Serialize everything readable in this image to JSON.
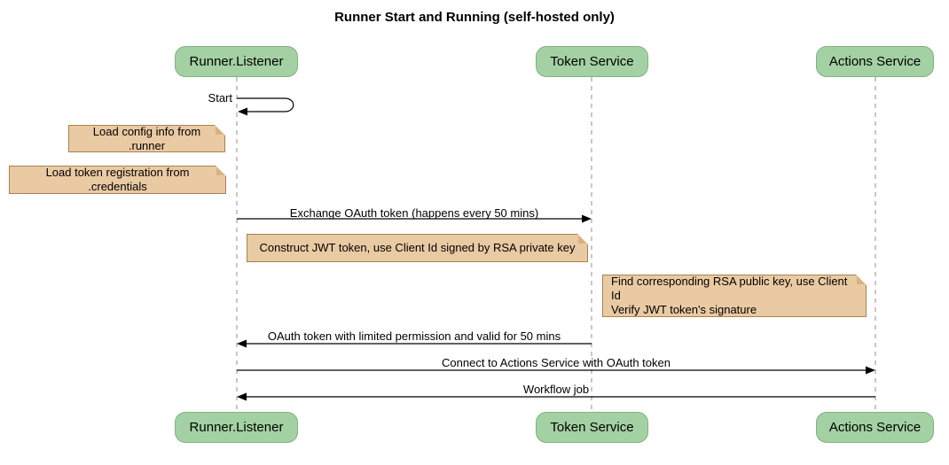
{
  "title": "Runner Start and Running (self-hosted only)",
  "colors": {
    "participant_fill": "#A3D1A3",
    "participant_border": "#7FB27F",
    "note_fill": "#EACAA3",
    "note_border": "#A8824D",
    "note_fold": "#D9B183",
    "lifeline": "#ABABAB",
    "arrow": "#000000",
    "text": "#000000"
  },
  "participants": [
    {
      "id": "runner-listener",
      "label": "Runner.Listener"
    },
    {
      "id": "token-service",
      "label": "Token Service"
    },
    {
      "id": "actions-service",
      "label": "Actions Service"
    }
  ],
  "messages": [
    {
      "label": "Start",
      "type": "self",
      "from": "runner-listener",
      "to": "runner-listener"
    },
    {
      "label": "Exchange OAuth token (happens every 50 mins)",
      "type": "solid-arrow",
      "from": "runner-listener",
      "to": "token-service"
    },
    {
      "label": "OAuth token with limited permission and valid for 50 mins",
      "type": "solid-arrow",
      "from": "token-service",
      "to": "runner-listener"
    },
    {
      "label": "Connect to Actions Service with OAuth token",
      "type": "solid-arrow",
      "from": "runner-listener",
      "to": "actions-service"
    },
    {
      "label": "Workflow job",
      "type": "solid-arrow",
      "from": "actions-service",
      "to": "runner-listener"
    }
  ],
  "notes": [
    {
      "label": "Load config info from .runner",
      "position": "left of runner-listener"
    },
    {
      "label": "Load token registration from .credentials",
      "position": "left of runner-listener"
    },
    {
      "label": "Construct JWT token, use Client Id signed by RSA private key",
      "position": "between runner-listener and token-service"
    },
    {
      "label": "Find corresponding RSA public key, use Client Id\nVerify JWT token's signature",
      "position": "left of actions-service"
    }
  ]
}
